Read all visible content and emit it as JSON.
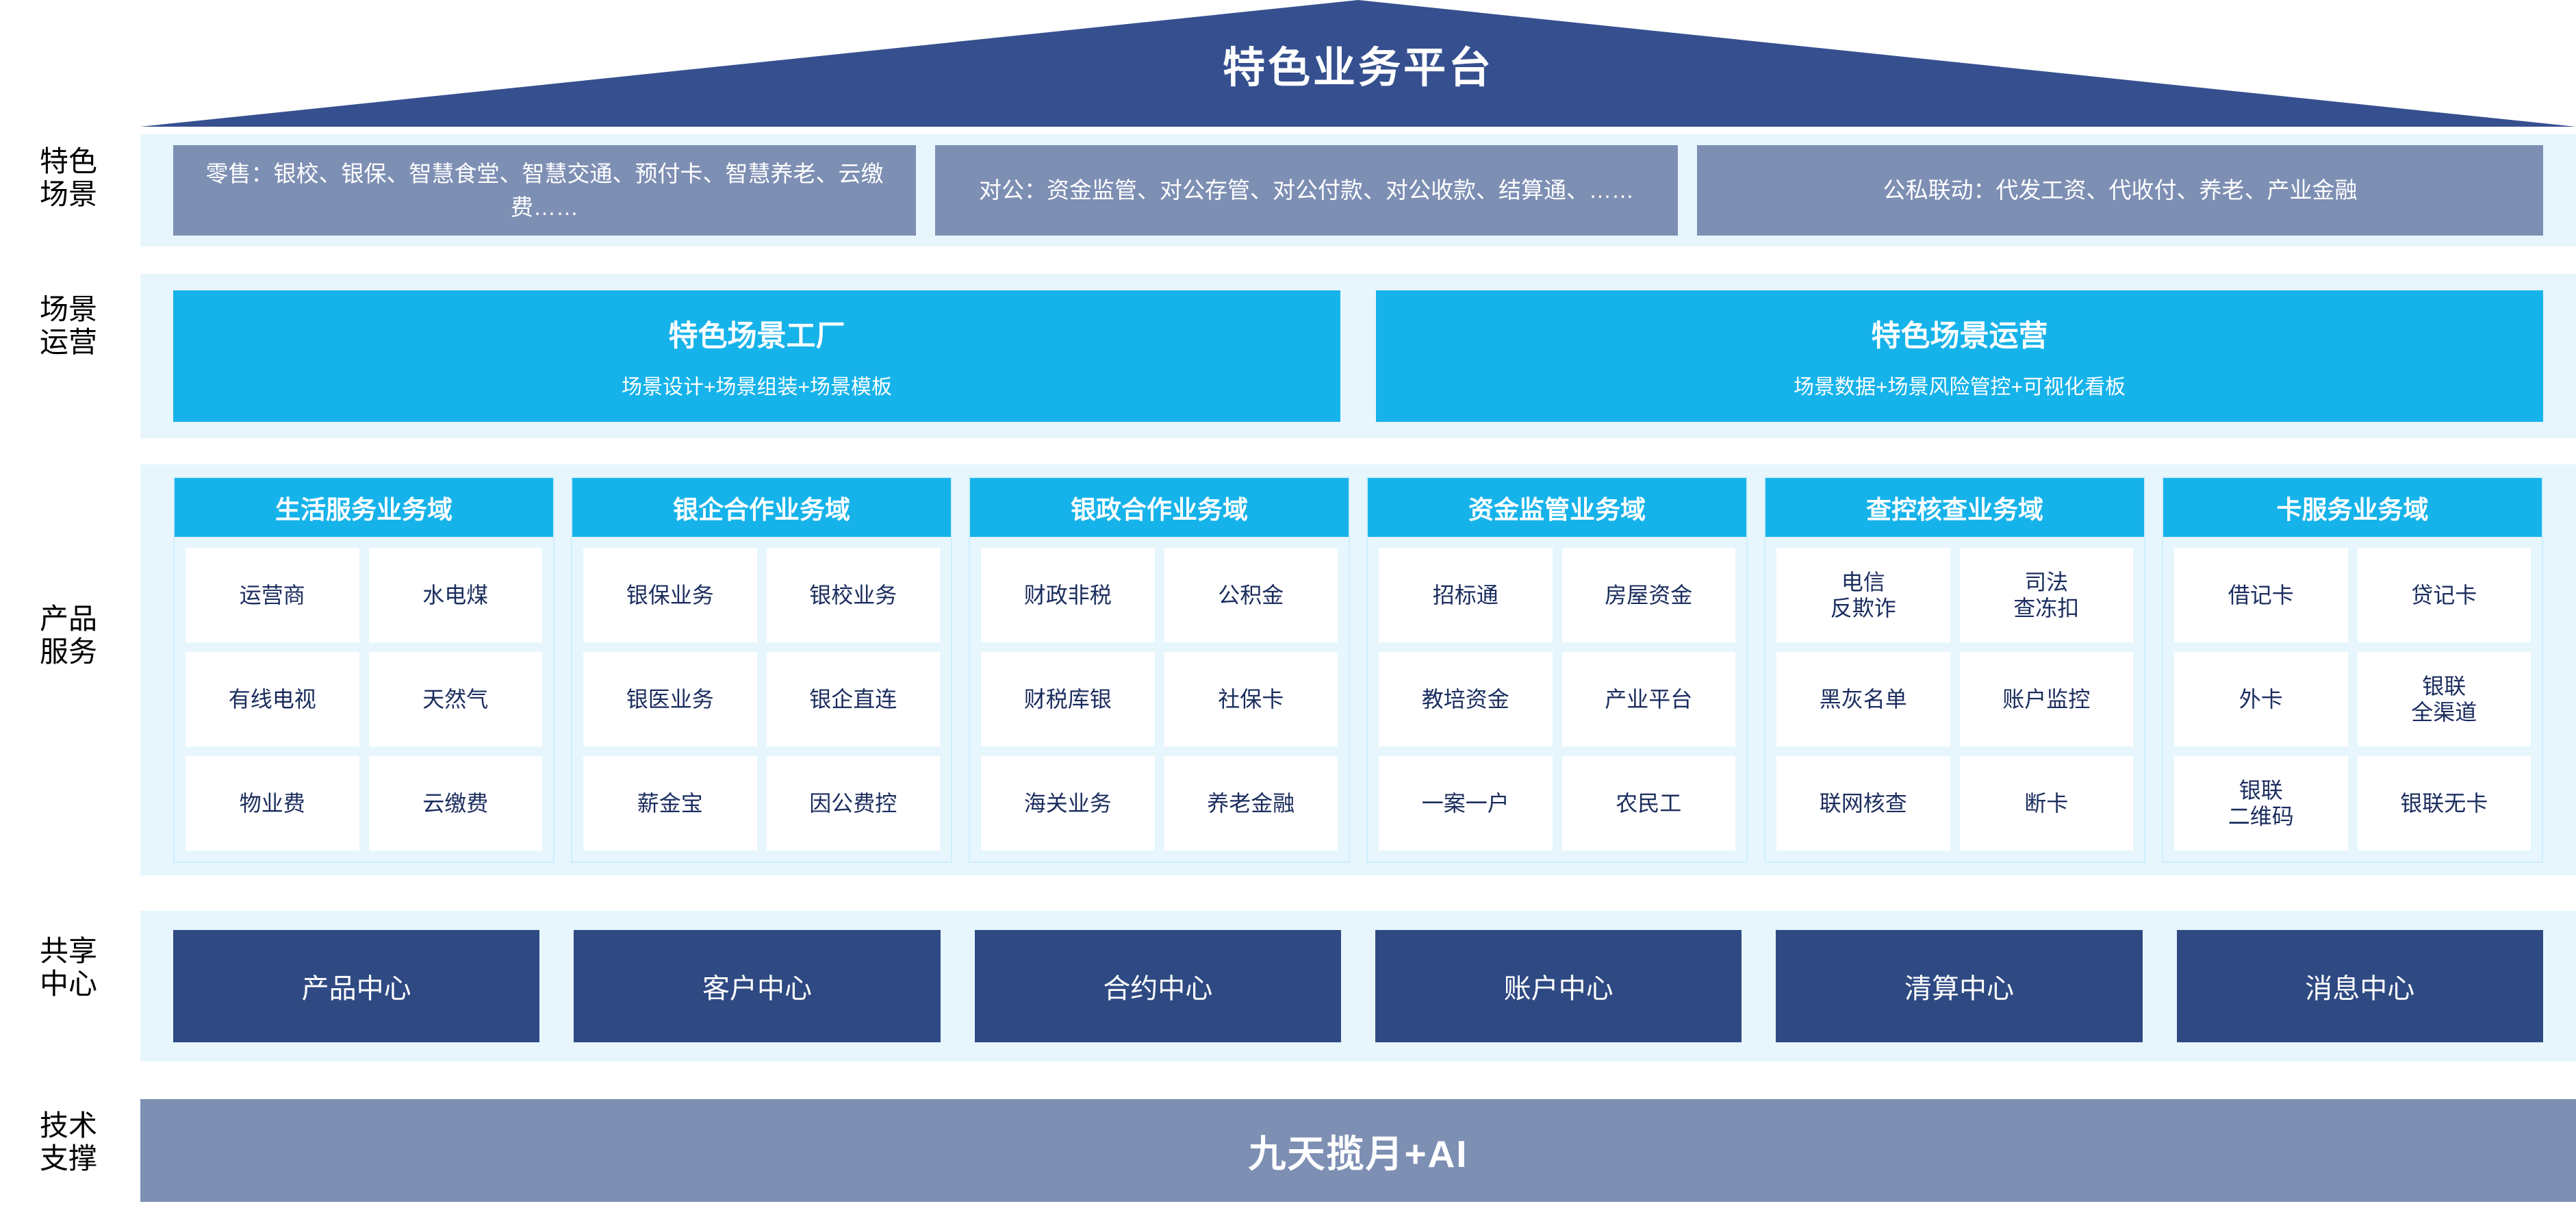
{
  "header": {
    "title": "特色业务平台",
    "banner_color": "#36508f"
  },
  "colors": {
    "panel_bg": "#e7f6fd",
    "scenario_box": "#7e8fb4",
    "cyan": "#16b3ea",
    "navy": "#2f4a83",
    "cell_text": "#1b2d5e"
  },
  "rows": {
    "scenario": {
      "label": "特色\n场景",
      "boxes": [
        "零售：银校、银保、智慧食堂、智慧交通、预付卡、智慧养老、云缴费……",
        "对公：资金监管、对公存管、对公付款、对公收款、结算通、……",
        "公私联动：代发工资、代收付、养老、产业金融"
      ]
    },
    "operations": {
      "label": "场景\n运营",
      "boxes": [
        {
          "title": "特色场景工厂",
          "subtitle": "场景设计+场景组装+场景模板"
        },
        {
          "title": "特色场景运营",
          "subtitle": "场景数据+场景风险管控+可视化看板"
        }
      ]
    },
    "products": {
      "label": "产品\n服务",
      "columns": [
        {
          "title": "生活服务业务域",
          "items": [
            "运营商",
            "水电煤",
            "有线电视",
            "天然气",
            "物业费",
            "云缴费"
          ]
        },
        {
          "title": "银企合作业务域",
          "items": [
            "银保业务",
            "银校业务",
            "银医业务",
            "银企直连",
            "薪金宝",
            "因公费控"
          ]
        },
        {
          "title": "银政合作业务域",
          "items": [
            "财政非税",
            "公积金",
            "财税库银",
            "社保卡",
            "海关业务",
            "养老金融"
          ]
        },
        {
          "title": "资金监管业务域",
          "items": [
            "招标通",
            "房屋资金",
            "教培资金",
            "产业平台",
            "一案一户",
            "农民工"
          ]
        },
        {
          "title": "查控核查业务域",
          "items": [
            "电信\n反欺诈",
            "司法\n查冻扣",
            "黑灰名单",
            "账户监控",
            "联网核查",
            "断卡"
          ]
        },
        {
          "title": "卡服务业务域",
          "items": [
            "借记卡",
            "贷记卡",
            "外卡",
            "银联\n全渠道",
            "银联\n二维码",
            "银联无卡"
          ]
        }
      ]
    },
    "shared": {
      "label": "共享\n中心",
      "boxes": [
        "产品中心",
        "客户中心",
        "合约中心",
        "账户中心",
        "清算中心",
        "消息中心"
      ]
    },
    "tech": {
      "label": "技术\n支撑",
      "bar_text": "九天揽月+AI"
    }
  }
}
